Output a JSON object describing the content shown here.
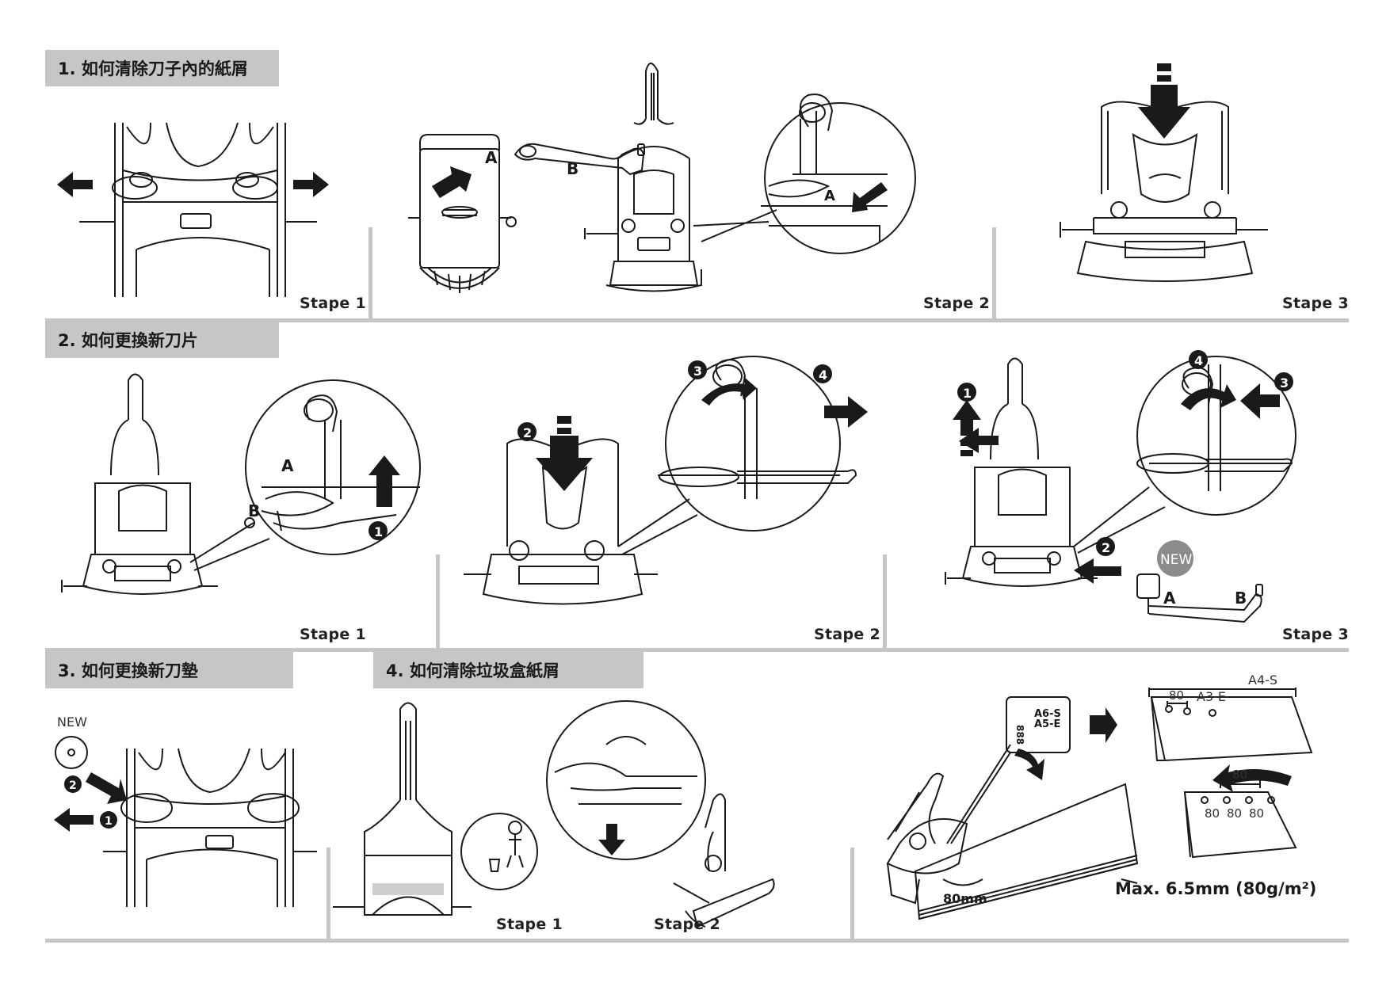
{
  "sections": [
    {
      "title": "1. 如何清除刀子內的紙屑",
      "steps": [
        "Stape 1",
        "Stape 2",
        "Stape 3"
      ]
    },
    {
      "title": "2. 如何更換新刀片",
      "steps": [
        "Stape 1",
        "Stape 2",
        "Stape 3"
      ]
    },
    {
      "title": "3. 如何更換新刀墊"
    },
    {
      "title": "4. 如何清除垃圾盒紙屑",
      "steps": [
        "Stape 1",
        "Stape 2"
      ]
    }
  ],
  "labels": {
    "a": "A",
    "b": "B",
    "new": "NEW",
    "n1": "1",
    "n2": "2",
    "n3": "3",
    "n4": "4",
    "dist80mm": "80mm",
    "a4s": "A4-S",
    "a3e": "A3-E",
    "a6s": "A6-S",
    "a5e": "A5-E",
    "n80": "80",
    "n888": "888",
    "max": "Max. 6.5mm (80g/m²)"
  }
}
